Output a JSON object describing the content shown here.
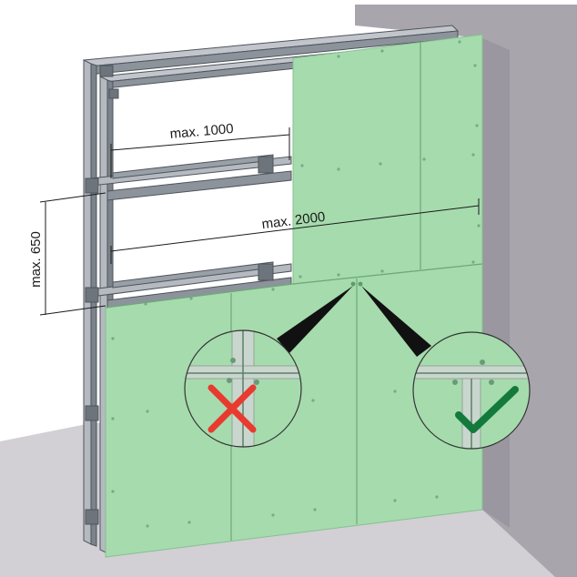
{
  "labels": {
    "max_width_joint": "max. 1000",
    "max_width_board": "max. 2000",
    "max_height": "max. 650"
  },
  "details": {
    "left": {
      "state": "incorrect",
      "icon": "cross-icon"
    },
    "right": {
      "state": "correct",
      "icon": "checkmark-icon"
    }
  },
  "colors": {
    "board": "#a6dbad",
    "board_edge": "#8ac596",
    "frame": "#9aa0a8",
    "frame_dark": "#5c636b",
    "wall_side": "#a7a3ab",
    "floor": "#cfcdd1",
    "cross": "#e83a2f",
    "check": "#137a3c"
  }
}
